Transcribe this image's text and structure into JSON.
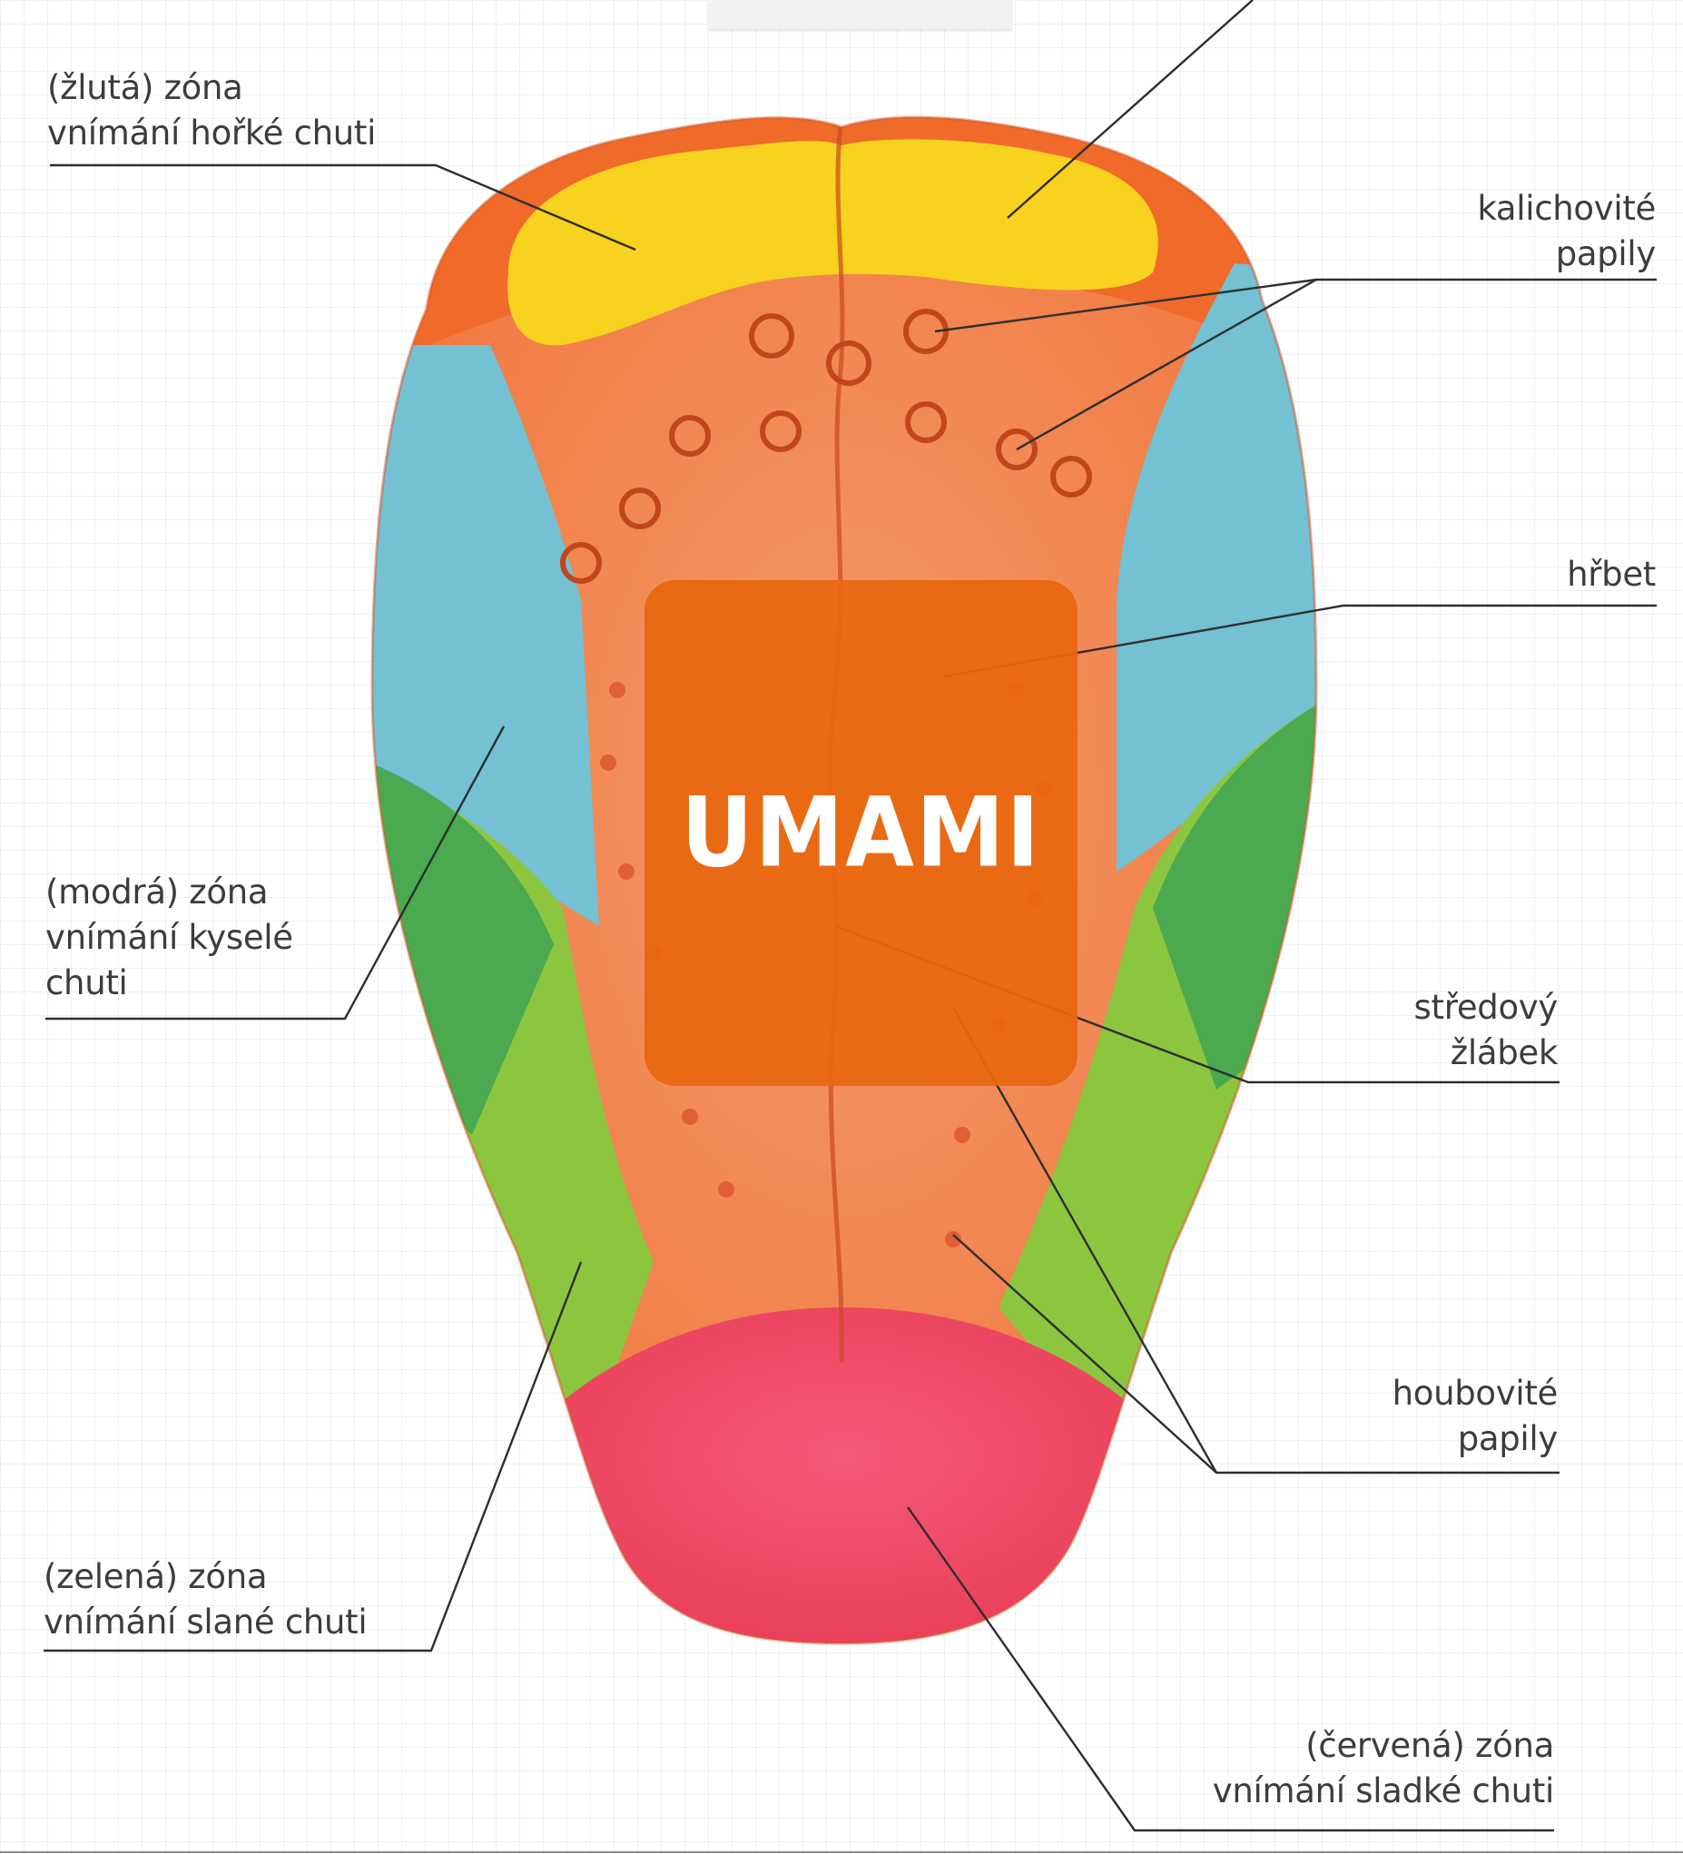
{
  "colors": {
    "bitter_zone": "#f7d21e",
    "sour_zone": "#6fbfcf",
    "salty_zone": "#7fc24a",
    "sweet_zone": "#ef4160",
    "tongue_base": "#f0743a",
    "umami_box": "#e8660e"
  },
  "labels": {
    "bitter": [
      "(žlutá) zóna",
      "vnímání hořké chuti"
    ],
    "circumvallate": [
      "kalichovité",
      "papily"
    ],
    "dorsum": [
      "hřbet"
    ],
    "sour": [
      "(modrá) zóna",
      "vnímání kyselé",
      "chuti"
    ],
    "median_sulcus": [
      "středový",
      "žlábek"
    ],
    "fungiform": [
      "houbovité",
      "papily"
    ],
    "salty": [
      "(zelená) zóna",
      "vnímání slané chuti"
    ],
    "sweet": [
      "(červená) zóna",
      "vnímání sladké chuti"
    ]
  },
  "overlay": {
    "umami": "UMAMI"
  }
}
